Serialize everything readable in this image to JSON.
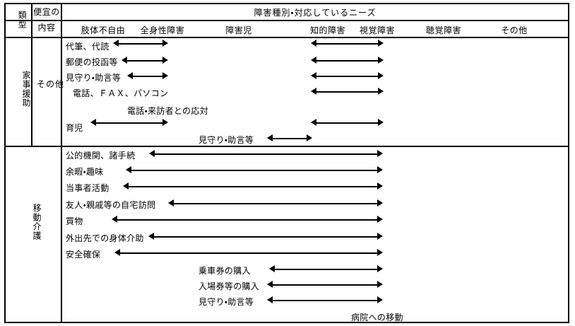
{
  "table": {
    "header": {
      "col_type": "類型",
      "col_content": "便宜の\n内容",
      "col_type_line1": "類",
      "col_type_line2": "型",
      "content_label": "便宜の",
      "content_label2": "内容",
      "group_title": "障害種別・対応しているニーズ",
      "columns": [
        {
          "label": "肢体不自由"
        },
        {
          "label": "全身性障害"
        },
        {
          "label": "障害児"
        },
        {
          "label": "知的障害"
        },
        {
          "label": "視覚障害"
        },
        {
          "label": "聴覚障害"
        },
        {
          "label": "その他"
        }
      ]
    },
    "sections": [
      {
        "type_label": "家事援助",
        "content_label": "その他",
        "rows": [
          {
            "label": "代筆、代読",
            "arrows": 2
          },
          {
            "label": "郵便の投函等",
            "arrows": 2
          },
          {
            "label": "見守り・助言等",
            "arrows": 2
          },
          {
            "label": "電話、ＦＡＸ、パソコン",
            "arrows": 1
          },
          {
            "label": "電話・来訪者との応対",
            "arrows": 0
          },
          {
            "label": "育児",
            "arrows": 2
          },
          {
            "label": "見守り・助言等",
            "arrows": 1
          }
        ]
      },
      {
        "type_label": "移動介護",
        "content_label": "",
        "rows": [
          {
            "label": "公的機関、諸手続",
            "arrows": 1
          },
          {
            "label": "余暇・趣味",
            "arrows": 1
          },
          {
            "label": "当事者活動",
            "arrows": 1
          },
          {
            "label": "友人・親戚等の自宅訪問",
            "arrows": 1
          },
          {
            "label": "買物",
            "arrows": 1
          },
          {
            "label": "外出先での身体介助",
            "arrows": 1
          },
          {
            "label": "安全確保",
            "arrows": 1
          },
          {
            "label": "乗車券の購入",
            "arrows": 1
          },
          {
            "label": "入場券等の購入",
            "arrows": 1
          },
          {
            "label": "見守り・助言等",
            "arrows": 1
          },
          {
            "label": "病院への移動",
            "arrows": 0
          }
        ]
      }
    ]
  },
  "colors": {
    "ink": "#000000",
    "paper": "#ffffff"
  }
}
